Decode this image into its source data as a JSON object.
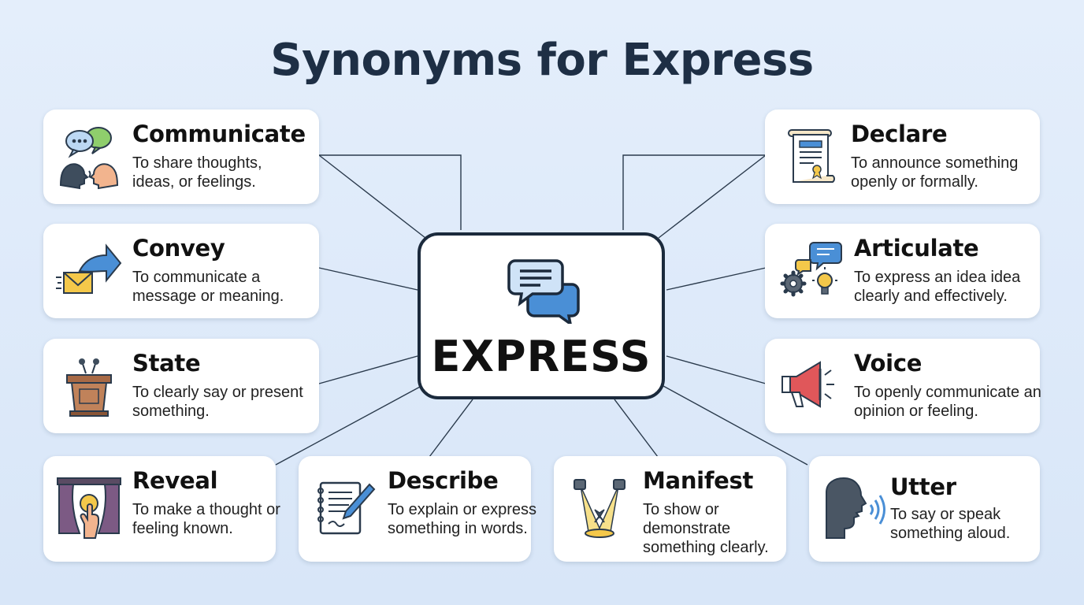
{
  "title": "Synonyms for Express",
  "center": {
    "word": "EXPRESS",
    "icon": "speech-bubbles-icon"
  },
  "synonyms": [
    {
      "word": "Communicate",
      "definition": "To share thoughts, ideas, or feelings.",
      "icon": "conversation-heads-icon"
    },
    {
      "word": "Convey",
      "definition": "To communicate a message or meaning.",
      "icon": "envelope-arrow-icon"
    },
    {
      "word": "State",
      "definition": "To clearly say or present something.",
      "icon": "podium-icon"
    },
    {
      "word": "Reveal",
      "definition": "To make a thought or feeling known.",
      "icon": "curtain-reveal-icon"
    },
    {
      "word": "Describe",
      "definition": "To explain or express something in words.",
      "icon": "notepad-pencil-icon"
    },
    {
      "word": "Manifest",
      "definition": "To show or demonstrate something clearly.",
      "icon": "spotlight-icon"
    },
    {
      "word": "Utter",
      "definition": "To say or speak something aloud.",
      "icon": "speaking-head-icon"
    },
    {
      "word": "Voice",
      "definition": "To openly communicate an opinion or feeling.",
      "icon": "megaphone-icon"
    },
    {
      "word": "Articulate",
      "definition": "To express an idea idea clearly and effectively.",
      "icon": "gear-bulb-bubbles-icon"
    },
    {
      "word": "Declare",
      "definition": "To announce something openly or formally.",
      "icon": "scroll-document-icon"
    }
  ],
  "colors": {
    "background": "#dce8f8",
    "title": "#1e2f45",
    "center_border": "#1b2a3c",
    "accent_blue": "#4a8fd6",
    "accent_yellow": "#f4c84a",
    "accent_red": "#e0575a",
    "connector": "#2a3a4c"
  }
}
